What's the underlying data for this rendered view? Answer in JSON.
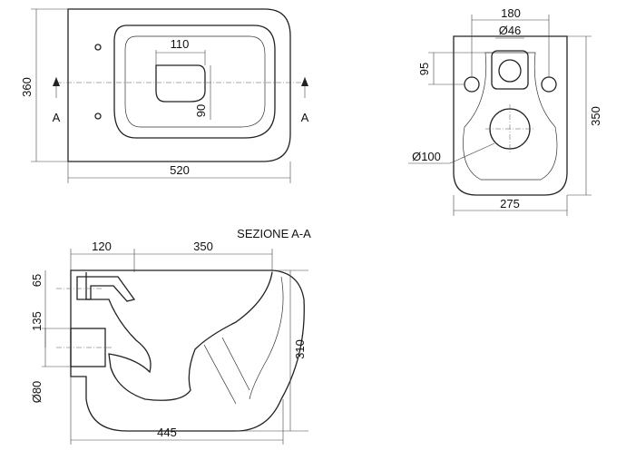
{
  "top_view": {
    "depth": "360",
    "outlet_width": "110",
    "outlet_depth": "90",
    "section_left": "A",
    "section_right": "A",
    "width": "520"
  },
  "back_view": {
    "fixing_spacing": "180",
    "supply_diameter": "Ø46",
    "fixing_height": "95",
    "height": "350",
    "outlet_diameter": "Ø100",
    "width": "275"
  },
  "section_view": {
    "title": "SEZIONE A-A",
    "rear_offset": "120",
    "outlet_distance": "350",
    "supply_height": "65",
    "outlet_height": "135",
    "outlet_diameter": "Ø80",
    "height": "310",
    "length": "445"
  }
}
